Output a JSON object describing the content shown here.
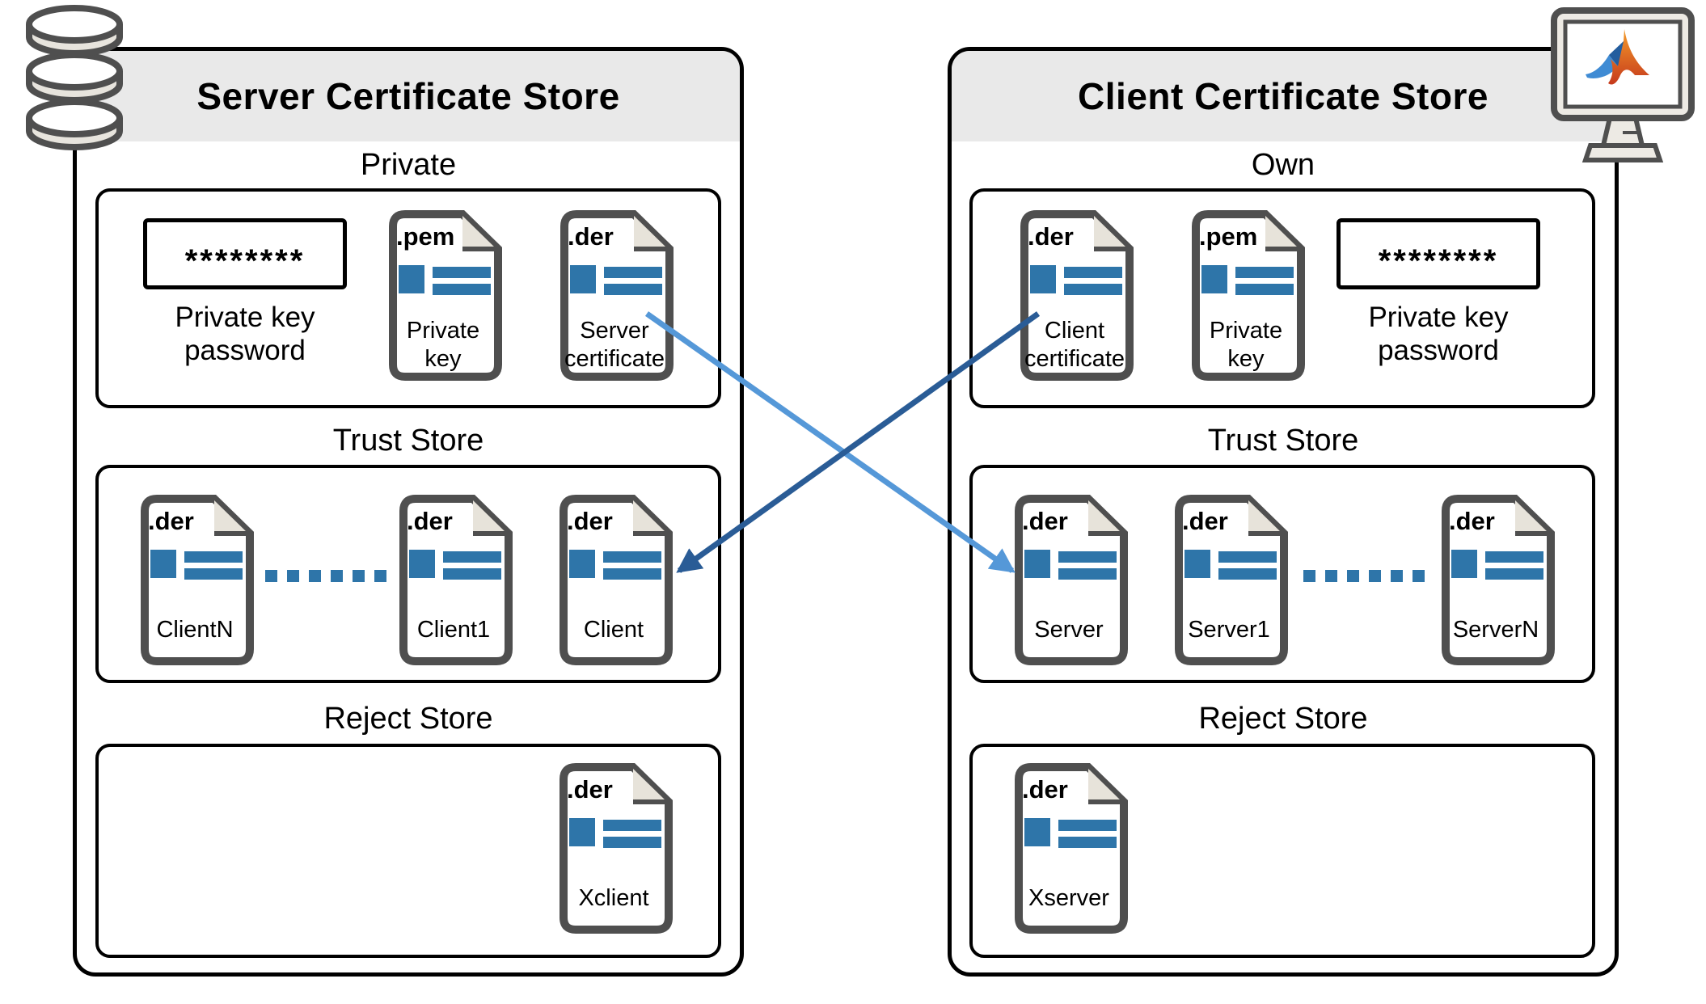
{
  "left_store": {
    "title": "Server Certificate Store",
    "own_label": "Private",
    "trust_label": "Trust Store",
    "reject_label": "Reject Store",
    "password": {
      "value": "********",
      "caption": "Private key\npassword"
    },
    "private_files": [
      {
        "ext": ".pem",
        "label": "Private\nkey"
      },
      {
        "ext": ".der",
        "label": "Server\ncertificate"
      }
    ],
    "trust_files": [
      {
        "ext": ".der",
        "label": "ClientN"
      },
      {
        "ext": ".der",
        "label": "Client1"
      },
      {
        "ext": ".der",
        "label": "Client"
      }
    ],
    "reject_files": [
      {
        "ext": ".der",
        "label": "Xclient"
      }
    ]
  },
  "right_store": {
    "title": "Client Certificate Store",
    "own_label": "Own",
    "trust_label": "Trust Store",
    "reject_label": "Reject Store",
    "password": {
      "value": "********",
      "caption": "Private key\npassword"
    },
    "private_files": [
      {
        "ext": ".der",
        "label": "Client\ncertificate"
      },
      {
        "ext": ".pem",
        "label": "Private\nkey"
      }
    ],
    "trust_files": [
      {
        "ext": ".der",
        "label": "Server"
      },
      {
        "ext": ".der",
        "label": "Server1"
      },
      {
        "ext": ".der",
        "label": "ServerN"
      }
    ],
    "reject_files": [
      {
        "ext": ".der",
        "label": "Xserver"
      }
    ]
  },
  "arrows": [
    {
      "name": "server-certificate-to-client-trust-store",
      "color": "#5598d8"
    },
    {
      "name": "client-certificate-to-server-trust-store",
      "color": "#2a5c96"
    }
  ],
  "icons": {
    "database": "database-icon",
    "matlab_monitor": "matlab-monitor-icon"
  },
  "colors": {
    "header_gray": "#e9e9e9",
    "icon_border_gray": "#4f4f4f",
    "fold_beige": "#e7e3da",
    "certificate_blue": "#2e75a9",
    "arrow_light_blue": "#5598d8",
    "arrow_dark_blue": "#2a5c96"
  }
}
